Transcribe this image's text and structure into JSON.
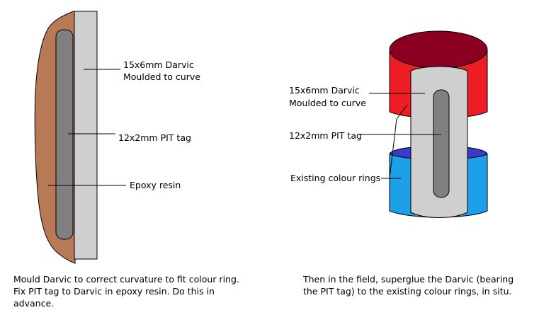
{
  "colors": {
    "epoxy": "#b87a56",
    "darvic": "#cfcfcf",
    "pit_tag": "#808080",
    "ring_top_face": "#8b0020",
    "ring_red": "#ee1c24",
    "ring_blue": "#1ea0e8",
    "ring_blue_top": "#3a3acd",
    "outline": "#000000"
  },
  "left_diagram": {
    "labels": {
      "darvic_line1": "15x6mm Darvic",
      "darvic_line2": "Moulded to curve",
      "pit_tag": "12x2mm PIT tag",
      "epoxy": "Epoxy resin"
    },
    "caption": [
      "Mould Darvic to correct curvature to fit colour ring.",
      "Fix PIT tag to Darvic in epoxy resin. Do this in",
      "advance."
    ]
  },
  "right_diagram": {
    "labels": {
      "darvic_line1": "15x6mm Darvic",
      "darvic_line2": "Moulded to curve",
      "pit_tag": "12x2mm PIT tag",
      "rings": "Existing colour rings"
    },
    "caption": [
      "Then in the field, superglue the Darvic (bearing",
      "the PIT tag) to the existing colour rings, in situ."
    ]
  }
}
